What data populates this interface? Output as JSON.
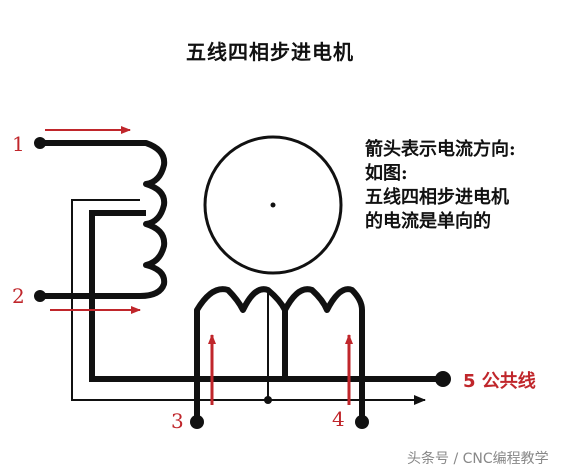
{
  "title": "五线四相步进电机",
  "note": {
    "lines": [
      "箭头表示电流方向:",
      "如图:",
      "五线四相步进电机",
      "的电流是单向的"
    ]
  },
  "terminals": {
    "t1": "1",
    "t2": "2",
    "t3": "3",
    "t4": "4",
    "t5": "5 公共线"
  },
  "watermark": "头条号 / CNC编程教学",
  "colors": {
    "wire": "#111111",
    "arrow": "#c0262b",
    "label": "#c0262b"
  }
}
